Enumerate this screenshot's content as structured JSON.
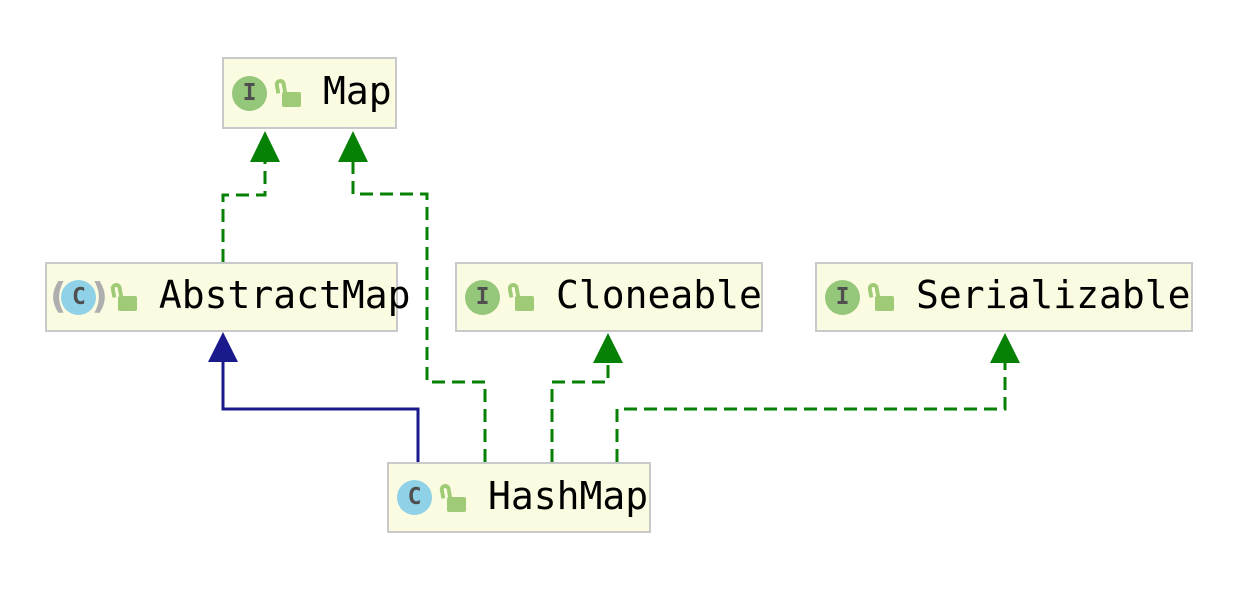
{
  "diagram": {
    "type": "uml-class-diagram",
    "nodes": [
      {
        "id": "Map",
        "label": "Map",
        "kind": "interface",
        "icon_letter": "I",
        "visibility": "public"
      },
      {
        "id": "AbstractMap",
        "label": "AbstractMap",
        "kind": "abstract class",
        "icon_letter": "C",
        "visibility": "public"
      },
      {
        "id": "Cloneable",
        "label": "Cloneable",
        "kind": "interface",
        "icon_letter": "I",
        "visibility": "public"
      },
      {
        "id": "Serializable",
        "label": "Serializable",
        "kind": "interface",
        "icon_letter": "I",
        "visibility": "public"
      },
      {
        "id": "HashMap",
        "label": "HashMap",
        "kind": "class",
        "icon_letter": "C",
        "visibility": "public"
      }
    ],
    "edges": [
      {
        "from": "AbstractMap",
        "to": "Map",
        "relation": "implements",
        "style": "dashed",
        "color": "#068106"
      },
      {
        "from": "HashMap",
        "to": "Map",
        "relation": "implements",
        "style": "dashed",
        "color": "#068106"
      },
      {
        "from": "HashMap",
        "to": "AbstractMap",
        "relation": "extends",
        "style": "solid",
        "color": "#1A1A8C"
      },
      {
        "from": "HashMap",
        "to": "Cloneable",
        "relation": "implements",
        "style": "dashed",
        "color": "#068106"
      },
      {
        "from": "HashMap",
        "to": "Serializable",
        "relation": "implements",
        "style": "dashed",
        "color": "#068106"
      }
    ],
    "colors": {
      "implements_edge": "#068106",
      "extends_edge": "#1A1A8C",
      "node_fill": "#FBFBE1",
      "node_border": "#C9C9C9",
      "interface_icon_bg": "#95C77A",
      "class_icon_bg": "#8FD1E7",
      "icon_letter": "#4F4F4F",
      "lock_icon": "#A0CB76",
      "label_text": "#000000",
      "canvas_bg": "#FFFFFF"
    }
  }
}
